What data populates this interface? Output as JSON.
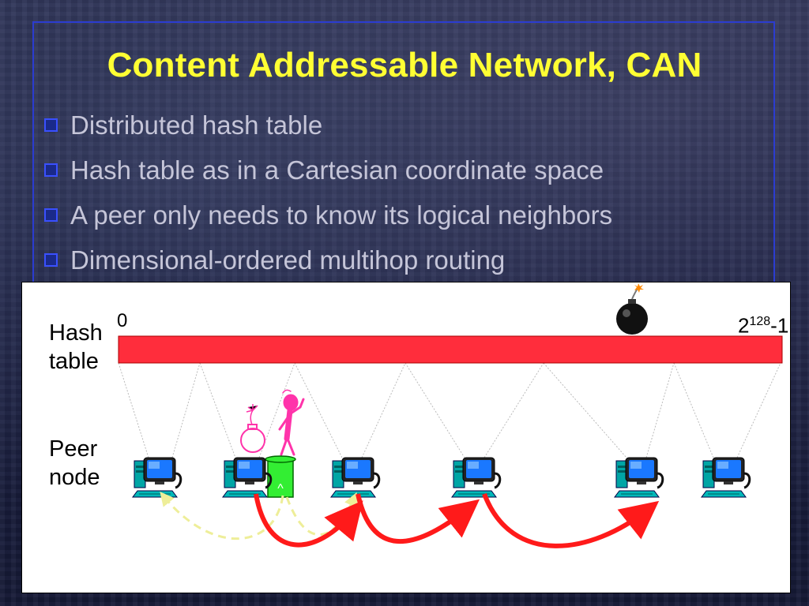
{
  "slide": {
    "title": "Content Addressable Network, CAN",
    "bullets": [
      "Distributed hash table",
      "Hash table as in a Cartesian coordinate space",
      "A peer only needs to know its logical neighbors",
      "Dimensional-ordered multihop routing"
    ]
  },
  "diagram": {
    "hash_label_line1": "Hash",
    "hash_label_line2": "table",
    "peer_label_line1": "Peer",
    "peer_label_line2": "node",
    "range_start": "0",
    "range_end_base": "2",
    "range_end_exp": "128",
    "range_end_suffix": "-1",
    "scroll_mark": "^",
    "colors": {
      "title": "#ffff33",
      "hash_bar": "#ff2d3c",
      "route_arrow": "#ff1a1a",
      "dashed_arrow": "#eeee99",
      "peer_figure": "#ff33aa",
      "scroll": "#33ee33"
    }
  }
}
